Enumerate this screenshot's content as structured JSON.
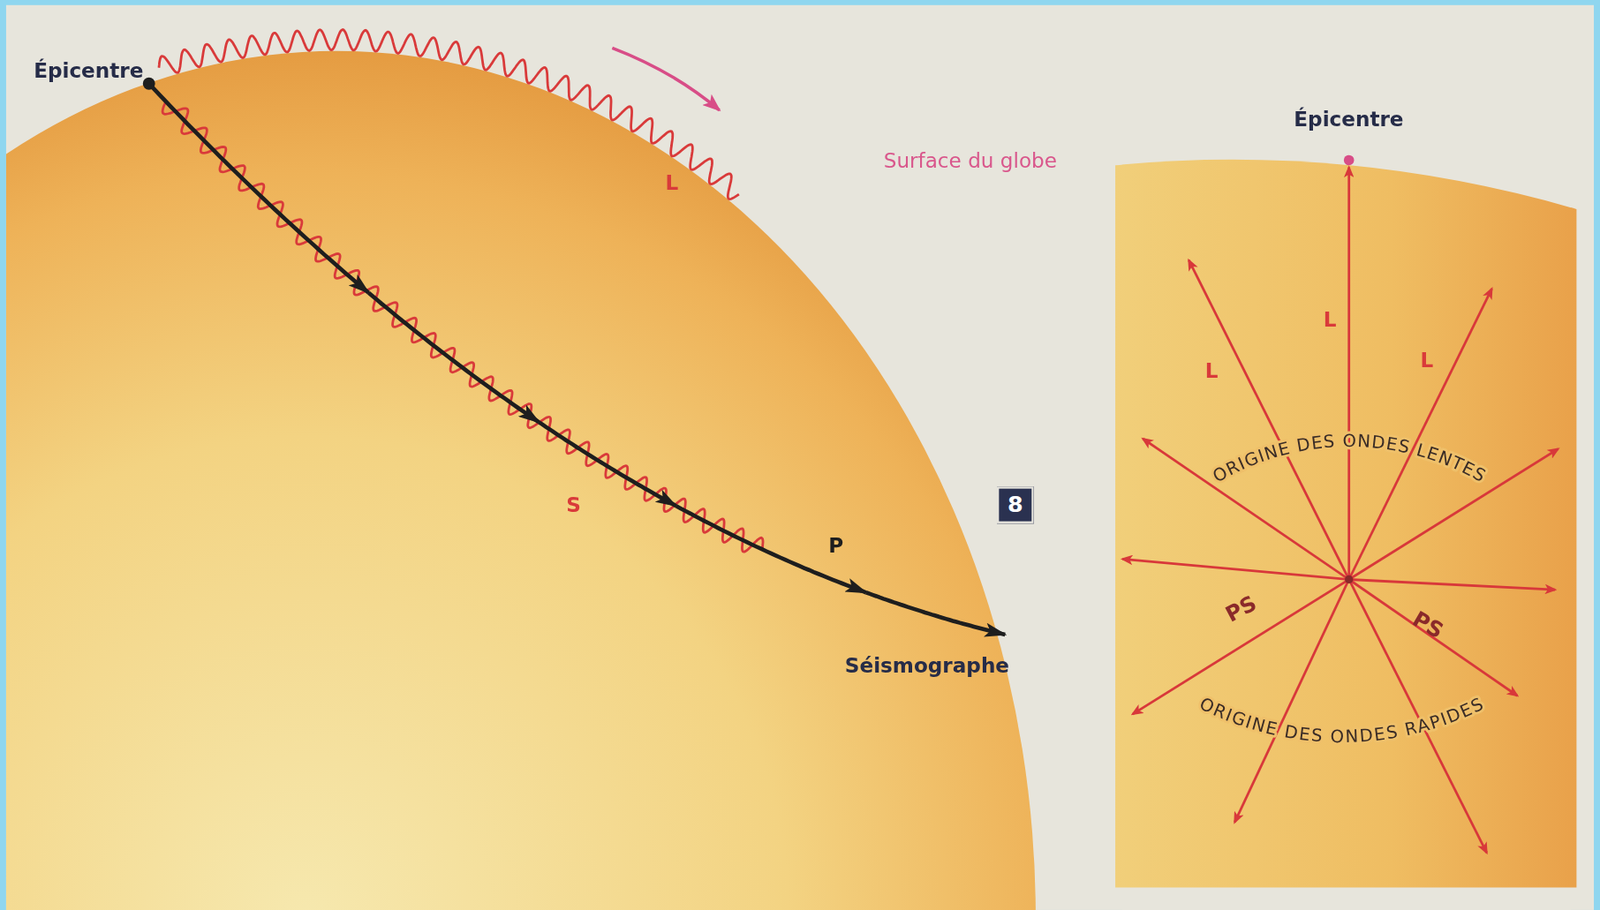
{
  "diagram": {
    "nodes": [
      {
        "text": [
          "8"
        ]
      }
    ],
    "labels": [
      "Épicentre",
      "L",
      "S",
      "P",
      "Séismographe",
      "Surface du globe",
      "Épicentre",
      "L",
      "L",
      "L",
      "ORIGINE DES ONDES LENTES",
      "PS",
      "PS",
      "ORIGINE DES ONDES RAPIDES"
    ]
  }
}
